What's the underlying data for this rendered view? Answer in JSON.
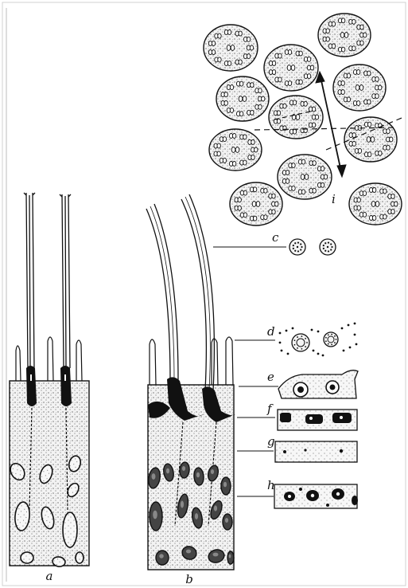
{
  "labels": {
    "a": "a",
    "b": "b",
    "c": "c",
    "d": "d",
    "e": "e",
    "f": "f",
    "g": "g",
    "h": "h",
    "i": "i"
  },
  "colors": {
    "ink": "#111111",
    "paper": "#ffffff",
    "cell_fill": "#f2f2f2",
    "frame": "#d9d9d9"
  }
}
